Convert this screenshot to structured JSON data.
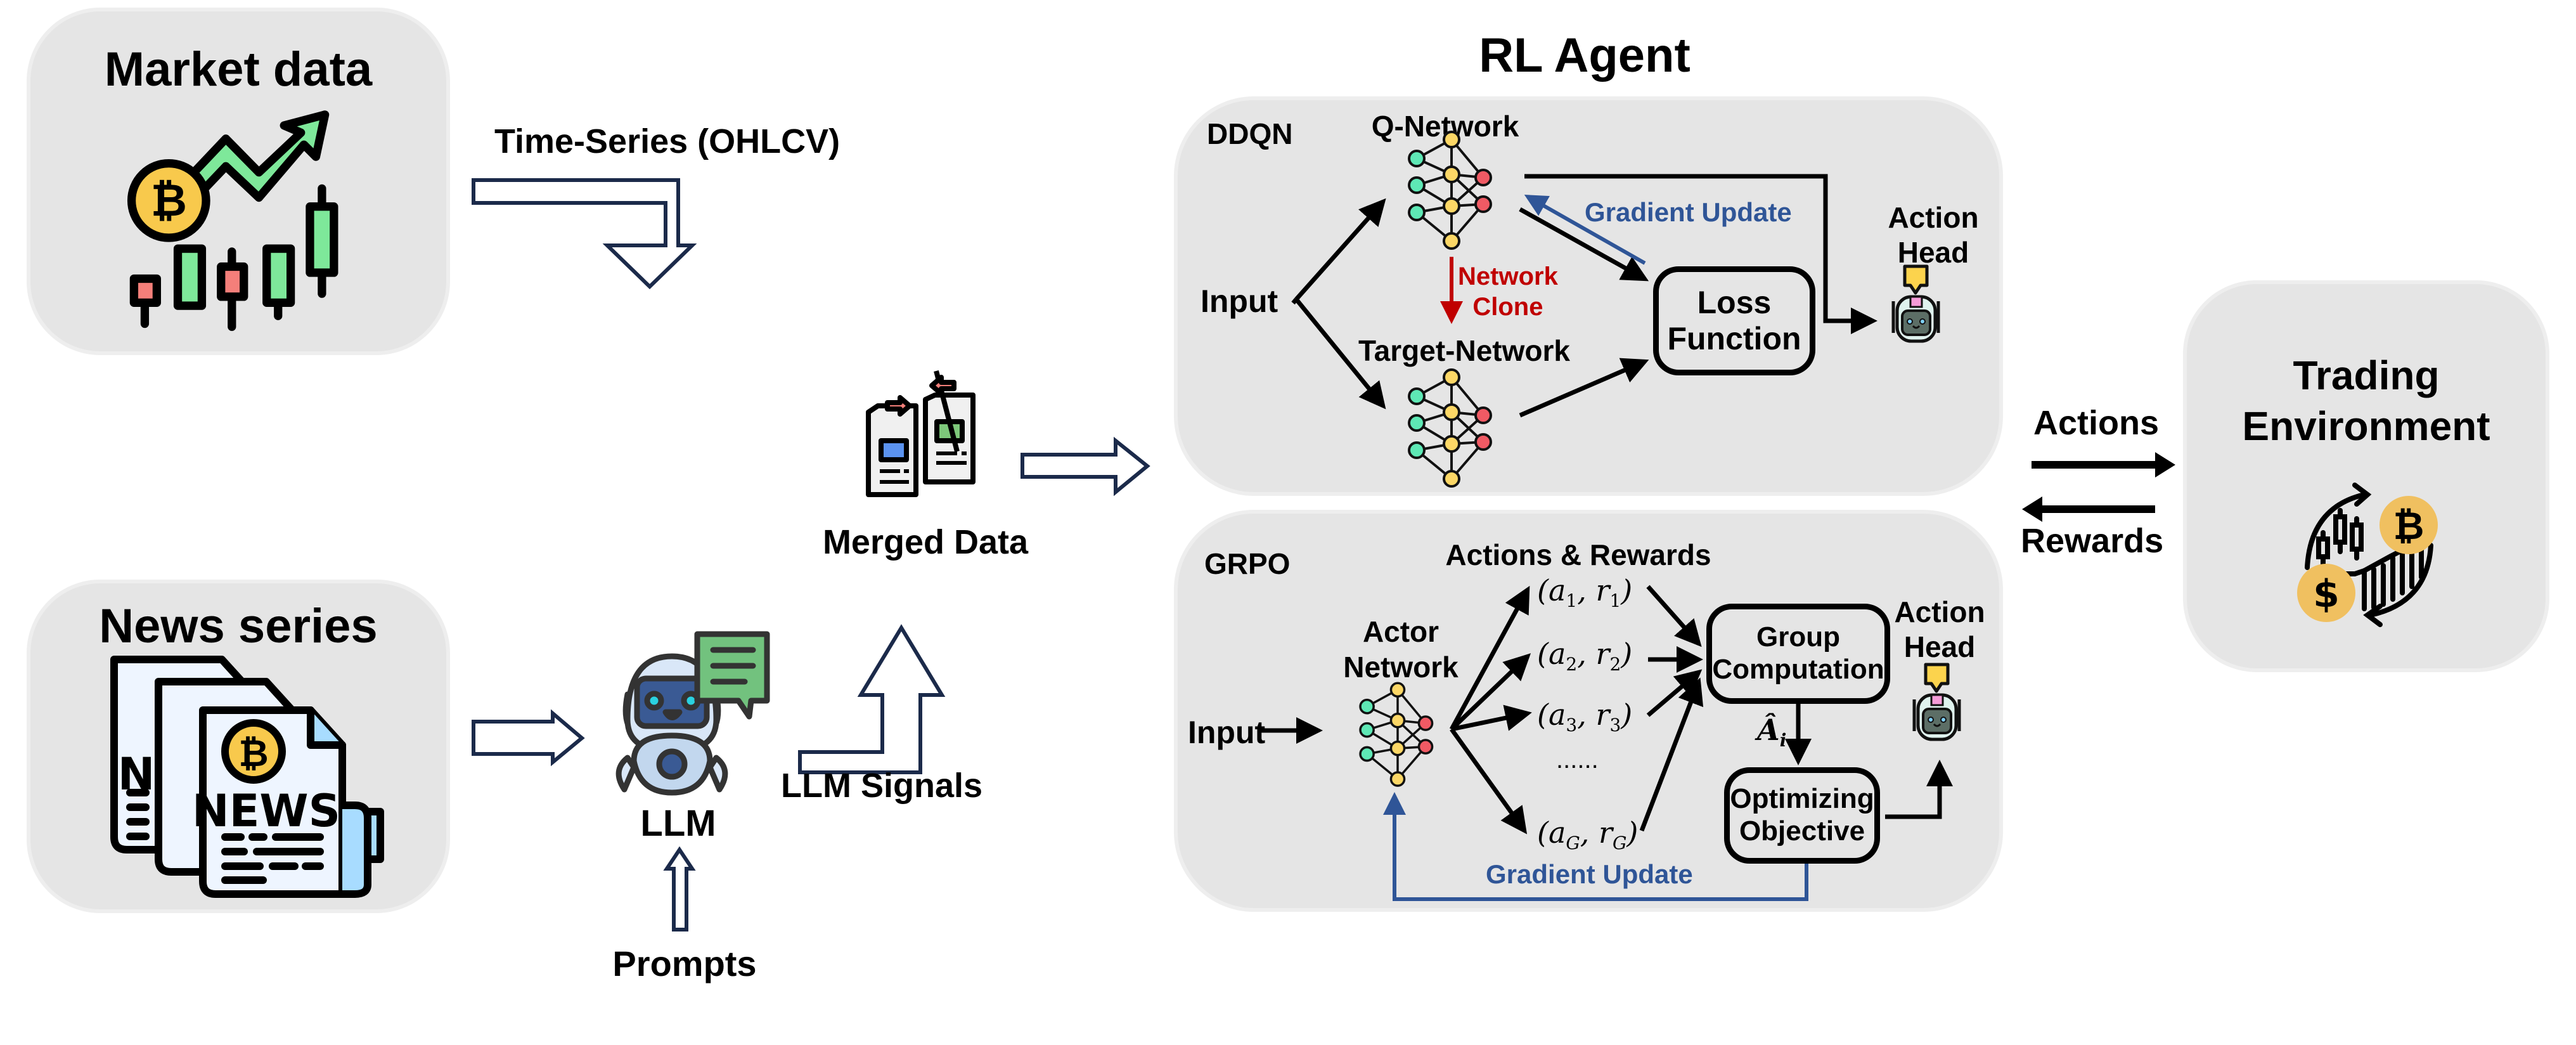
{
  "inputs": {
    "market_data": {
      "title": "Market data"
    },
    "news_series": {
      "title": "News series"
    }
  },
  "flow_labels": {
    "time_series": "Time-Series (OHLCV)",
    "merged_data": "Merged Data",
    "llm": "LLM",
    "llm_signals": "LLM Signals",
    "prompts": "Prompts"
  },
  "rl_agent": {
    "title": "RL Agent",
    "ddqn": {
      "label": "DDQN",
      "input": "Input",
      "q_network": "Q-Network",
      "target_network": "Target-Network",
      "network_clone": "Network\nClone",
      "gradient_update": "Gradient Update",
      "loss_function": "Loss\nFunction",
      "action_head": "Action\nHead"
    },
    "grpo": {
      "label": "GRPO",
      "input": "Input",
      "actor_network": "Actor\nNetwork",
      "actions_rewards": "Actions & Rewards",
      "pairs": [
        {
          "a": "a",
          "sub": "1",
          "r": "r"
        },
        {
          "a": "a",
          "sub": "2",
          "r": "r"
        },
        {
          "a": "a",
          "sub": "3",
          "r": "r"
        },
        {
          "a": "a",
          "sub": "G",
          "r": "r"
        }
      ],
      "pair_texts": [
        "(a₁, r₁)",
        "(a₂, r₂)",
        "(a₃, r₃)",
        "(a_G, r_G)"
      ],
      "ellipsis": "......",
      "group_computation": "Group\nComputation",
      "advantage": "Â",
      "advantage_sub": "i",
      "optimizing_objective": "Optimizing\nObjective",
      "gradient_update": "Gradient Update",
      "action_head": "Action\nHead"
    }
  },
  "environment": {
    "title": "Trading\nEnvironment",
    "actions": "Actions",
    "rewards": "Rewards"
  },
  "colors": {
    "panel_bg": "#e5e5e5",
    "hollow_arrow_stroke": "#1b2a4a",
    "gradient_blue": "#2f5597",
    "clone_red": "#c00000",
    "node_green": "#5ee8b5",
    "node_yellow": "#fcd766",
    "node_red": "#f05a64",
    "bitcoin_gold": "#f6c544"
  }
}
